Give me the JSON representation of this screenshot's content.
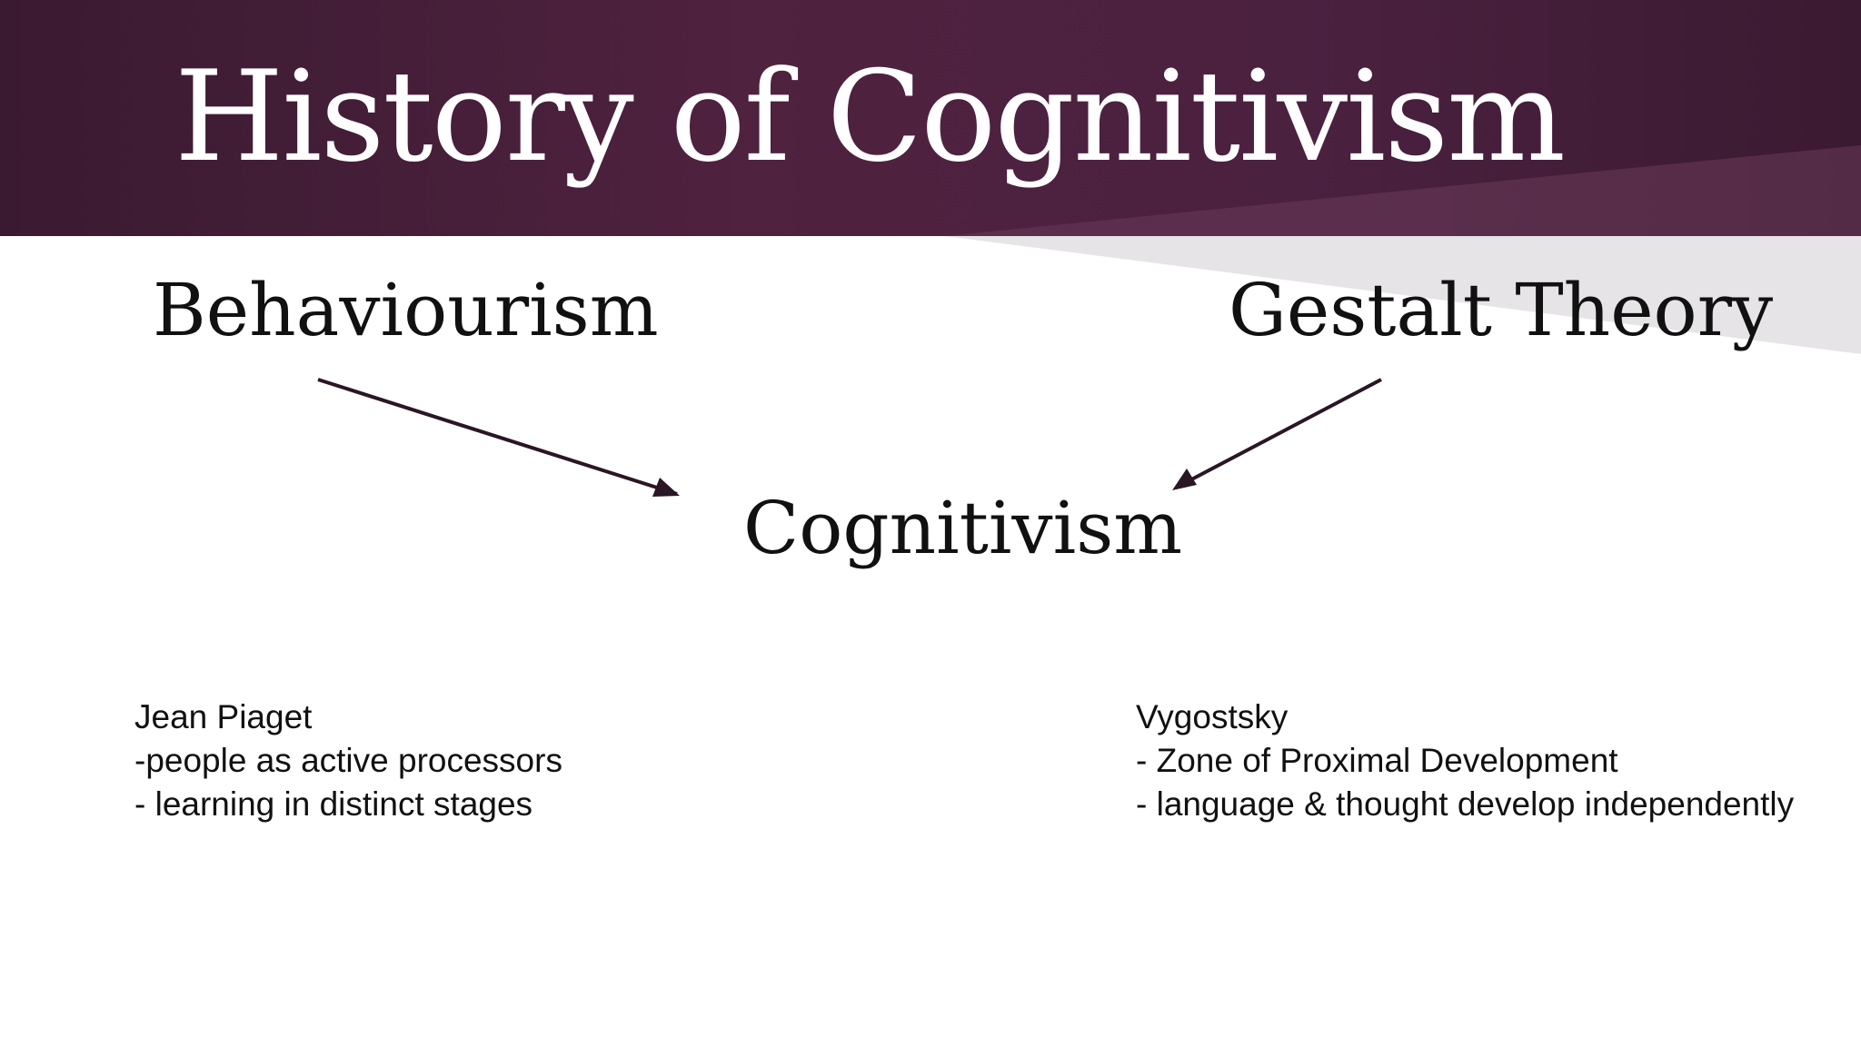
{
  "slide": {
    "title": "History of Cognitivism",
    "concepts": {
      "left": "Behaviourism",
      "right": "Gestalt Theory",
      "center": "Cognitivism"
    },
    "left_notes": [
      "Jean Piaget",
      "-people as active processors",
      "- learning in distinct stages"
    ],
    "right_notes": [
      "Vygostsky",
      "- Zone of Proximal Development",
      "- language & thought develop independently"
    ]
  },
  "colors": {
    "header": "#4b2140",
    "arrow": "#2a1624",
    "text": "#111111"
  }
}
